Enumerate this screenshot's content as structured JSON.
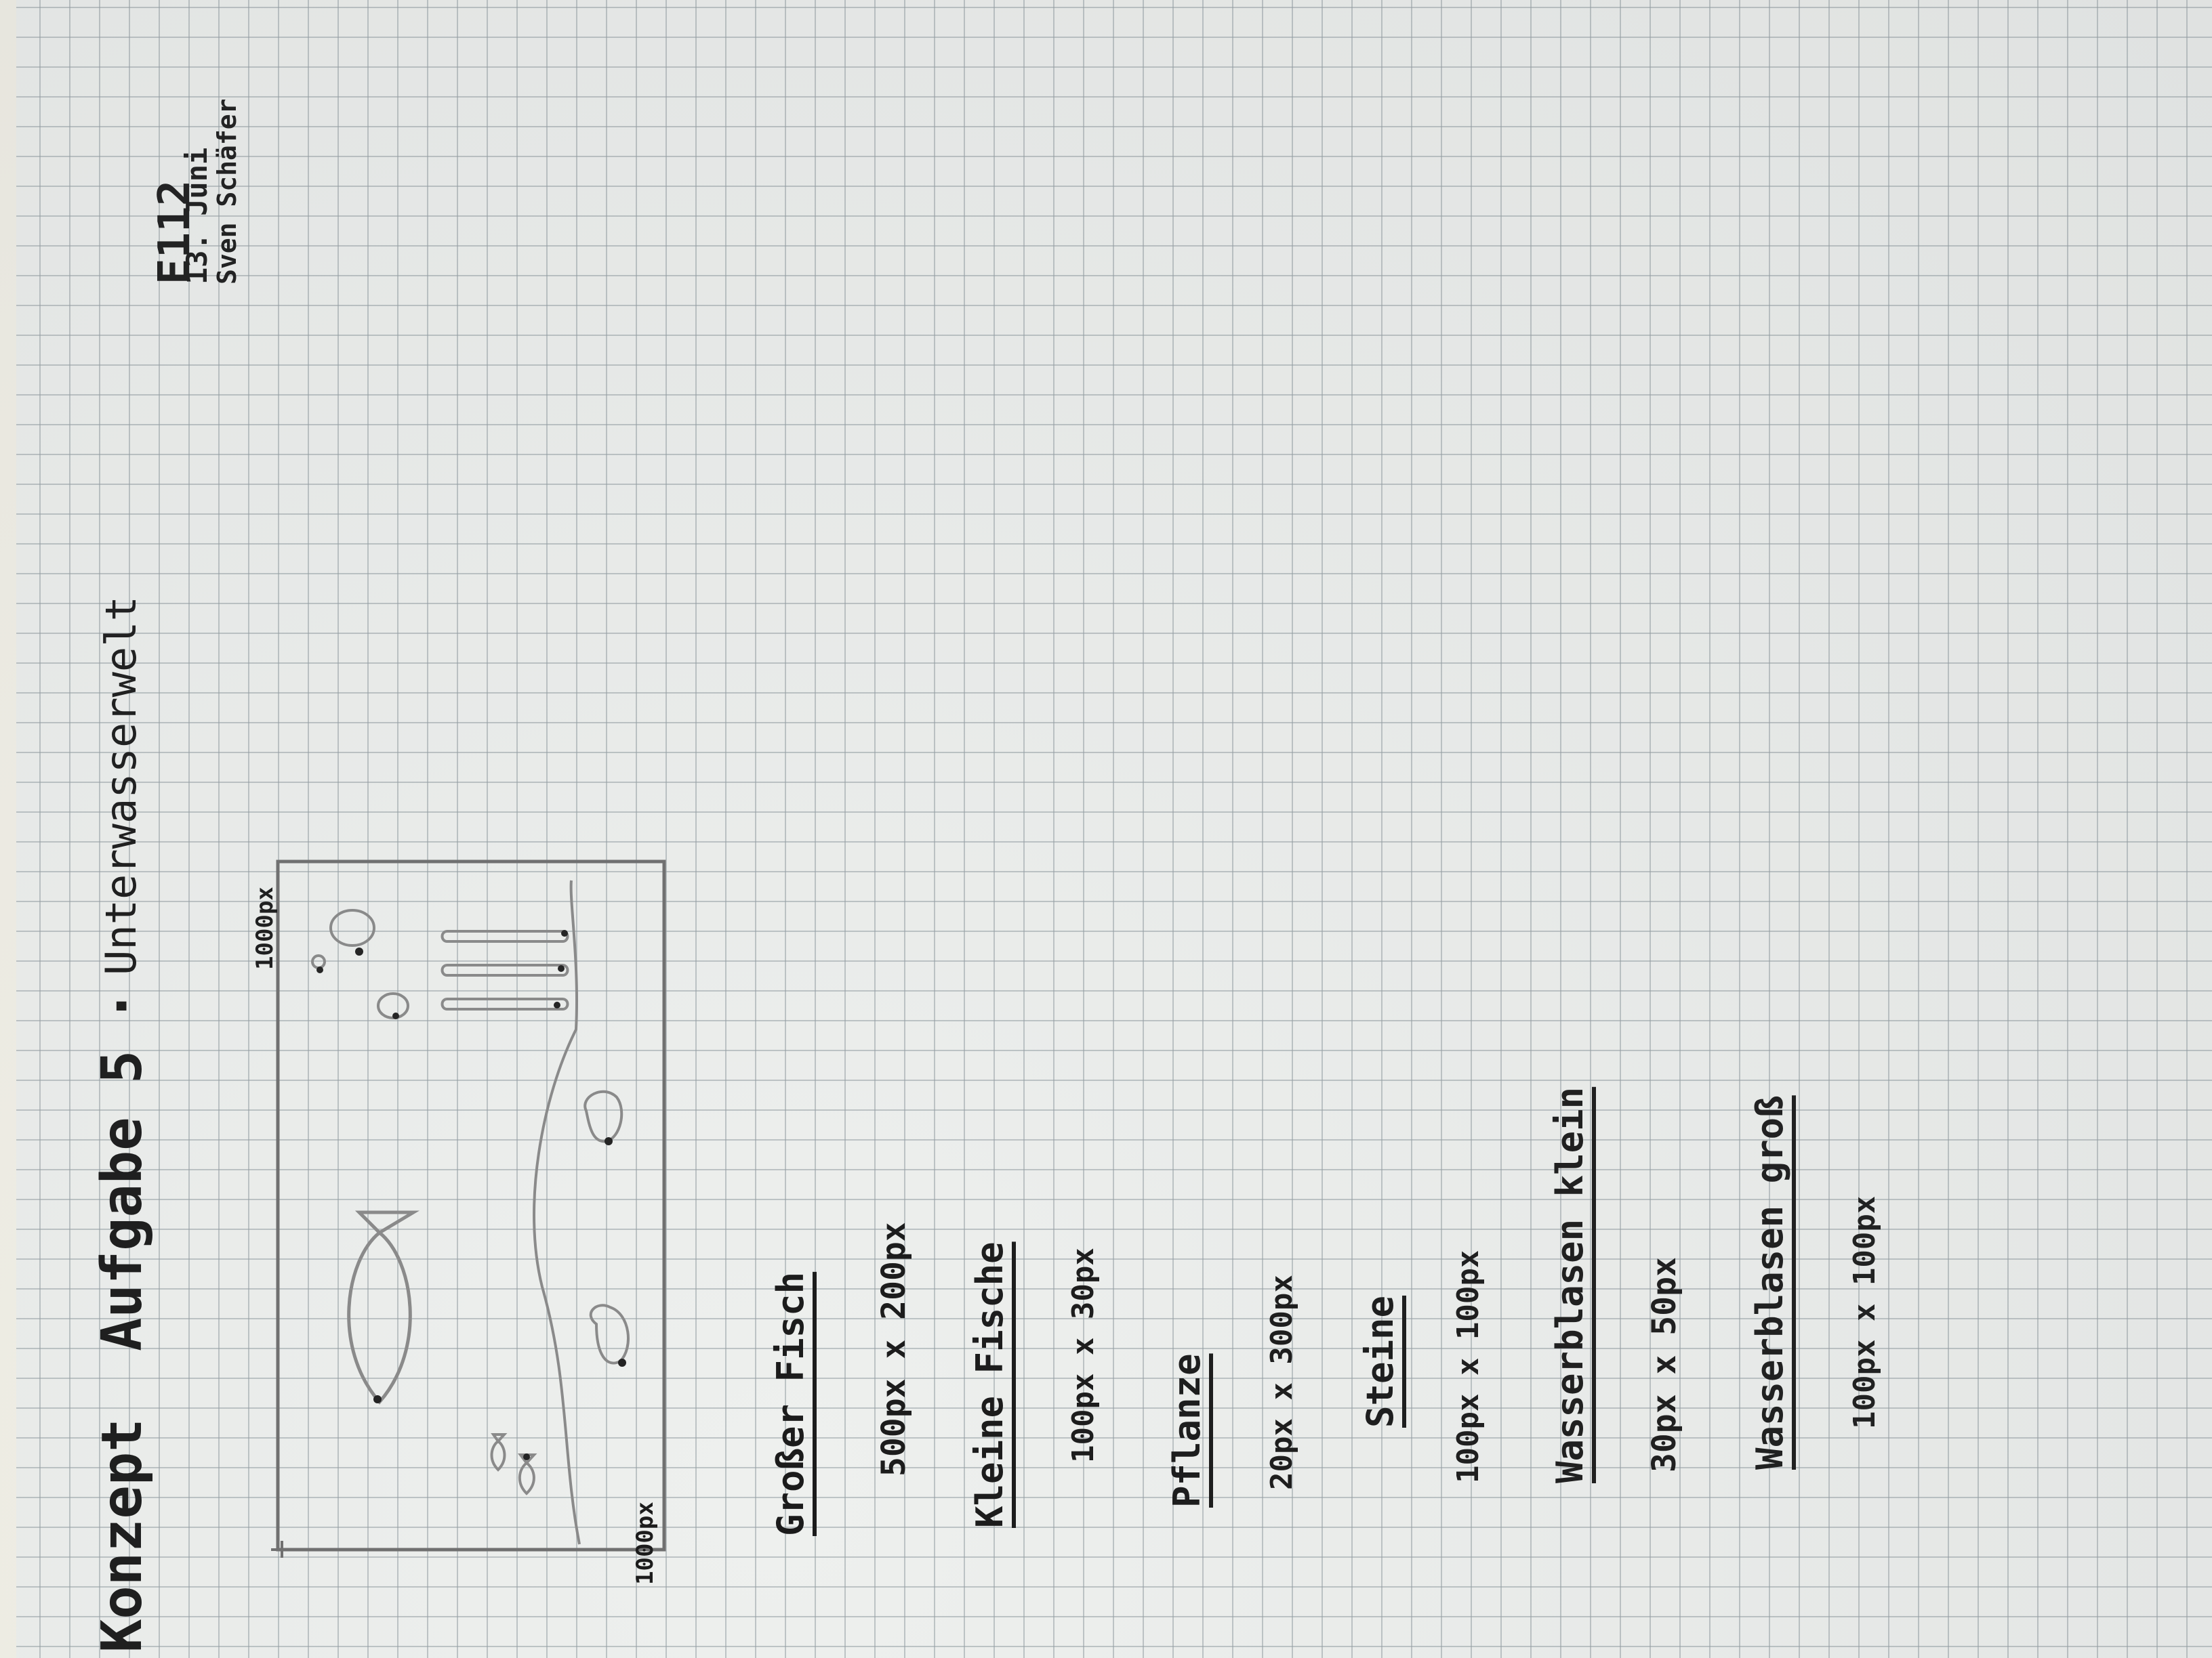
{
  "title": {
    "prefix": "Konzept",
    "task": "Aufgabe 5",
    "separator": "·",
    "topic": "Unterwasserwelt"
  },
  "header_meta": {
    "class": "E112",
    "date": "13. Juni",
    "author": "Sven Schäfer"
  },
  "sketch": {
    "width_label": "1000px",
    "height_label": "1000px"
  },
  "elements": [
    {
      "name": "Großer Fisch",
      "size": "500px x 200px"
    },
    {
      "name": "Kleine Fische",
      "size": "100px x 30px"
    },
    {
      "name": "Pflanze",
      "size": "20px x 300px"
    },
    {
      "name": "Steine",
      "size": "100px x 100px"
    },
    {
      "name": "Wasserblasen klein",
      "size": "30px x 50px"
    },
    {
      "name": "Wasserblasen groß",
      "size": "100px x 100px"
    }
  ],
  "colors": {
    "paper": "#eef0ee",
    "grid": "#96a0a5",
    "ink": "#1b1b1b",
    "pencil": "#7a7a7a"
  }
}
